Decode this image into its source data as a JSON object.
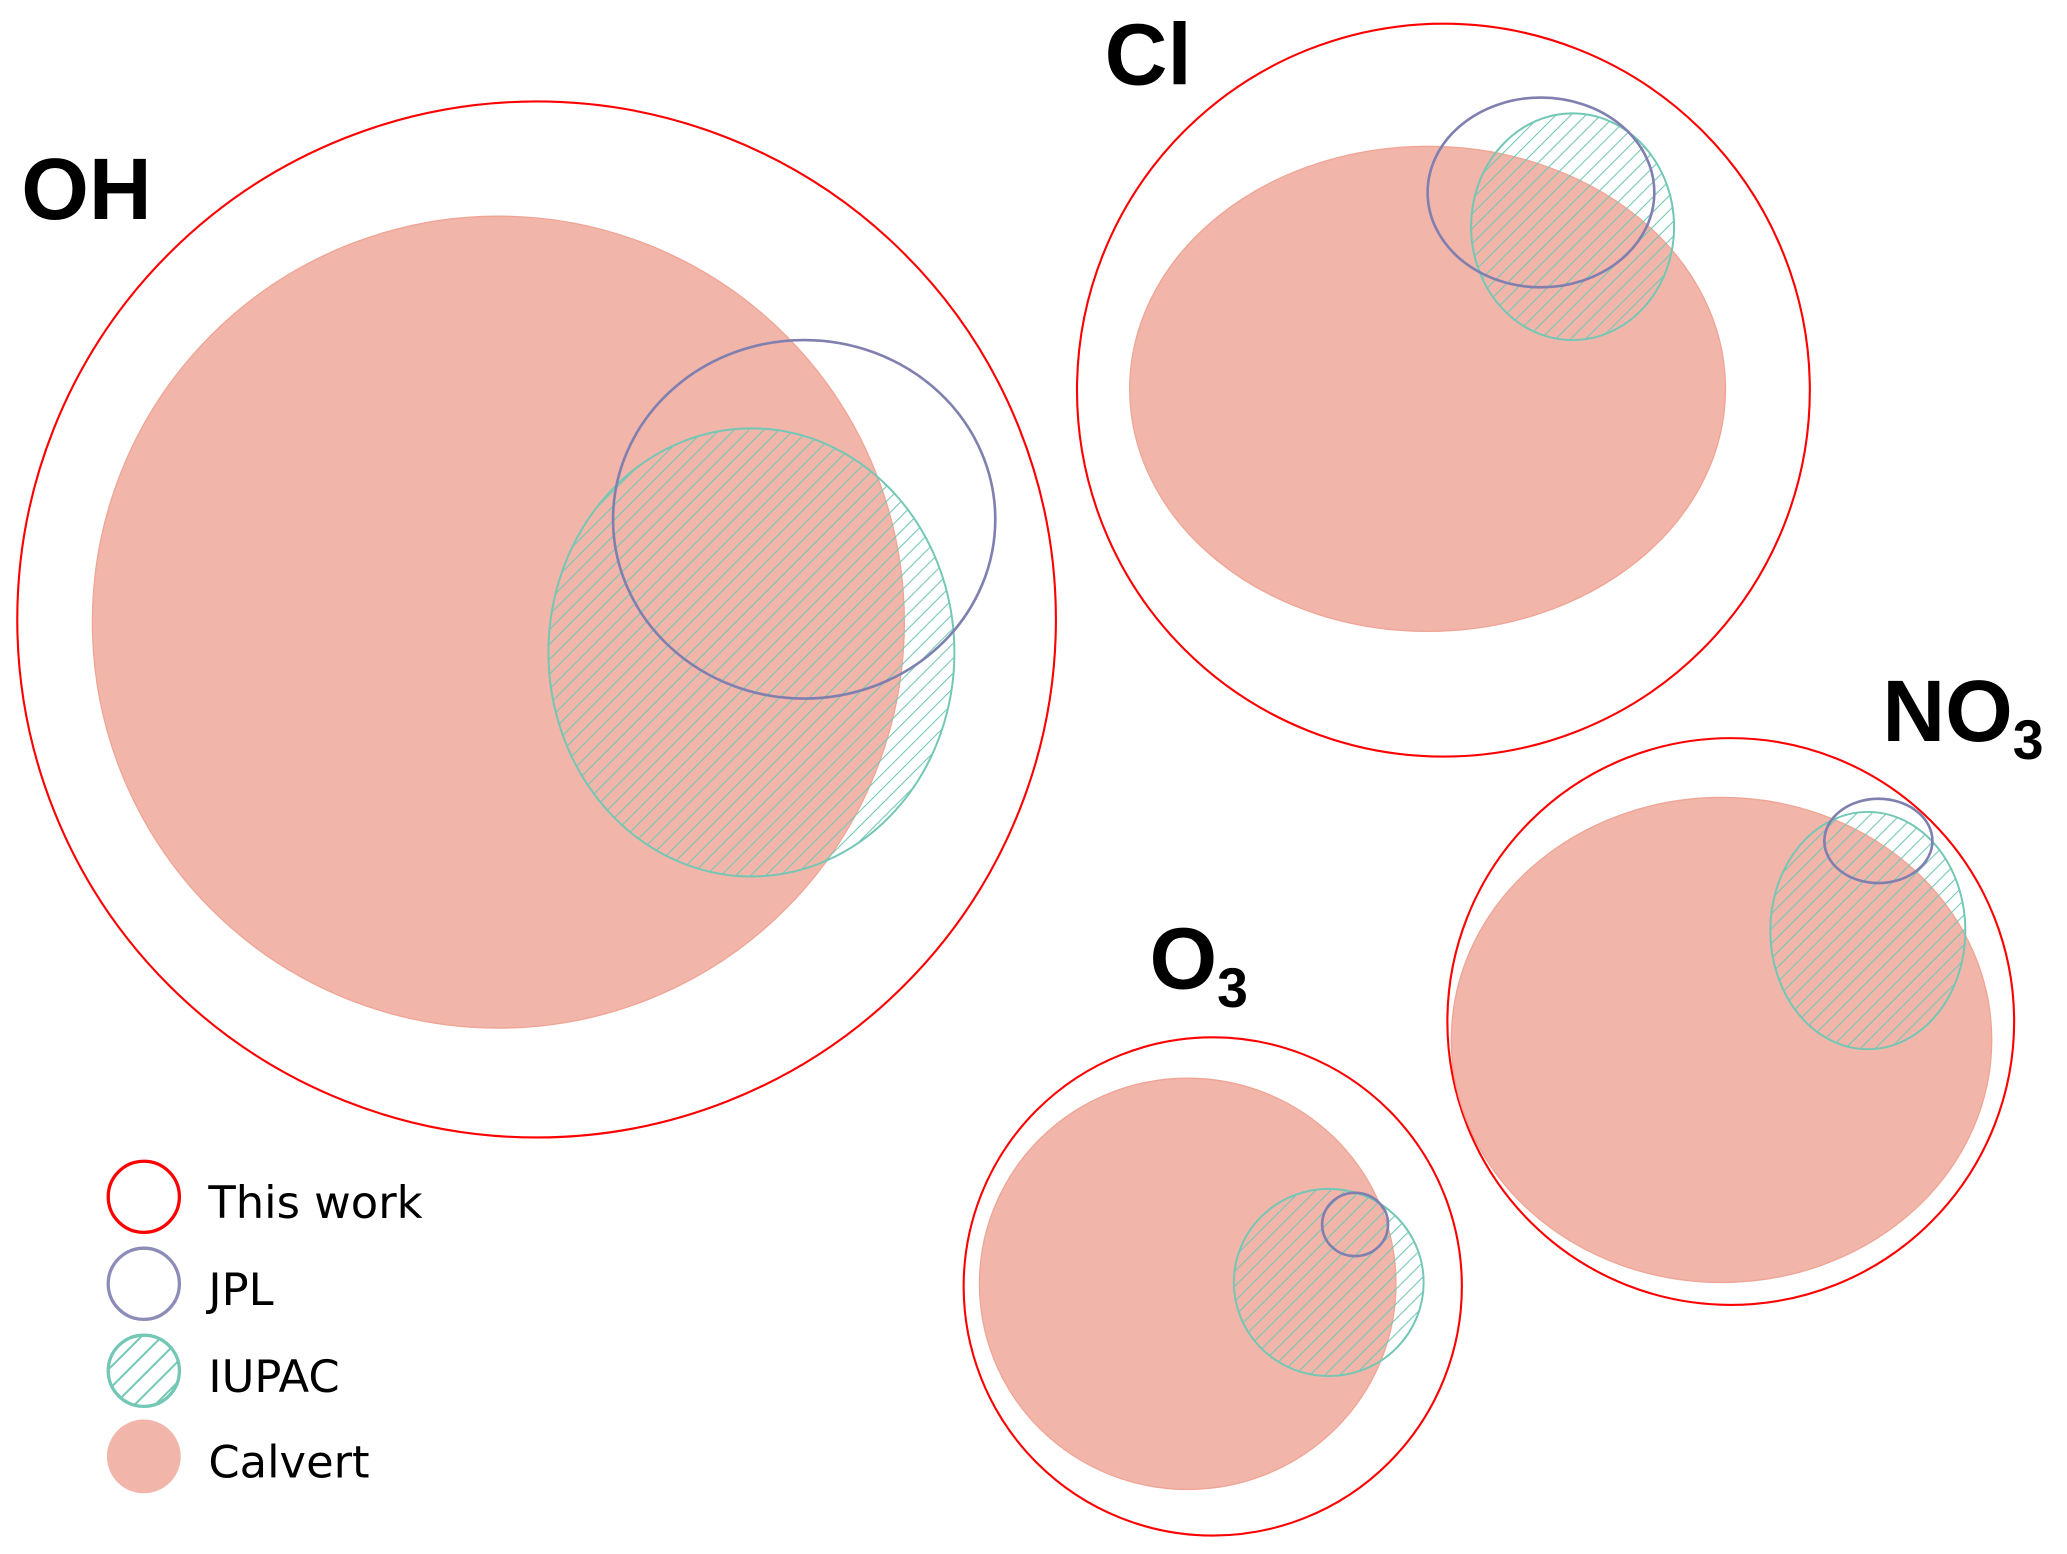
{
  "colors": {
    "this_work": "#ff0000",
    "jpl": "#8c8cb8",
    "iupac": "#72c7b5",
    "calvert": "#f2b5aa"
  },
  "groups": [
    {
      "label": "OH",
      "subscript": ""
    },
    {
      "label": "Cl",
      "subscript": ""
    },
    {
      "label": "NO",
      "subscript": "3"
    },
    {
      "label": "O",
      "subscript": "3"
    }
  ],
  "legend": [
    {
      "label": "This work",
      "style": "red-outline"
    },
    {
      "label": "JPL",
      "style": "purple-outline"
    },
    {
      "label": "IUPAC",
      "style": "teal-hatched"
    },
    {
      "label": "Calvert",
      "style": "salmon-fill"
    }
  ]
}
